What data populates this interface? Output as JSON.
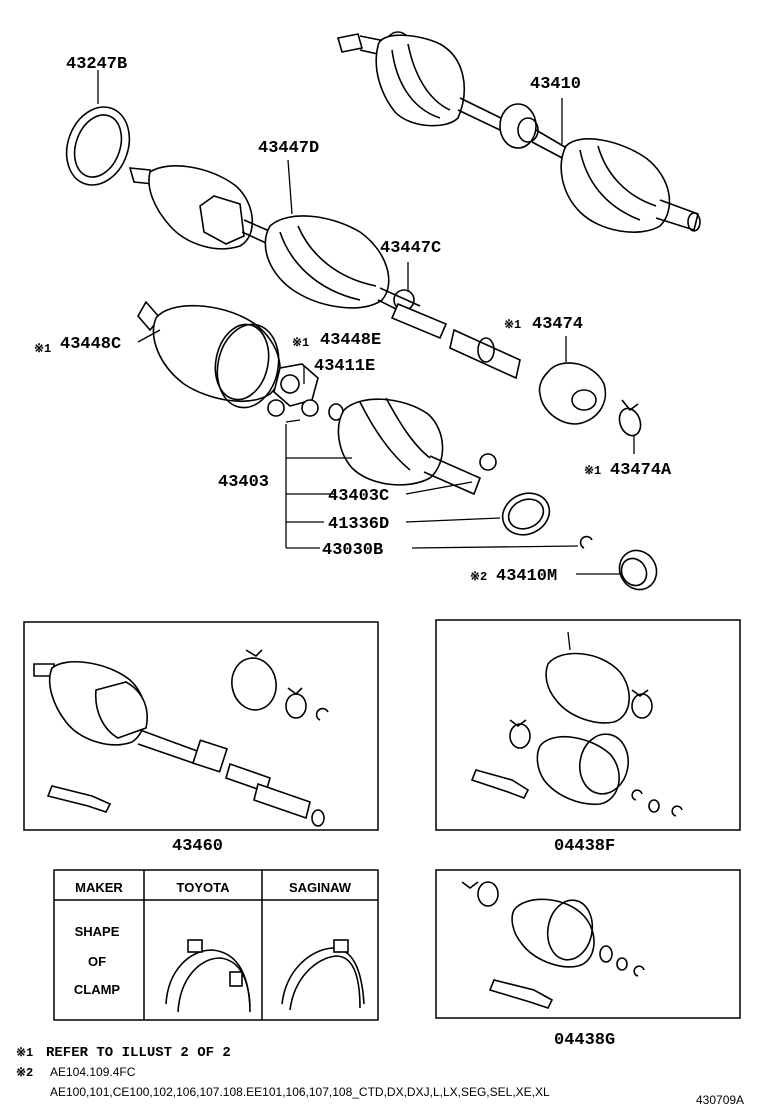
{
  "labels": {
    "p43247B": "43247B",
    "p43410": "43410",
    "p43447D": "43447D",
    "p43447C": "43447C",
    "p43448C": "43448C",
    "p43448E": "43448E",
    "p43474": "43474",
    "p43411E": "43411E",
    "p43403": "43403",
    "p43403C": "43403C",
    "p41336D": "41336D",
    "p43030B": "43030B",
    "p43474A": "43474A",
    "p43410M": "43410M",
    "mark1": "※1",
    "mark2": "※2"
  },
  "kits": {
    "k43460": "43460",
    "k04438F": "04438F",
    "k04438G": "04438G"
  },
  "clamp_table": {
    "header_maker": "MAKER",
    "header_toyota": "TOYOTA",
    "header_saginaw": "SAGINAW",
    "row_label_1": "SHAPE",
    "row_label_2": "OF",
    "row_label_3": "CLAMP"
  },
  "notes": {
    "note1_mark": "※1",
    "note1_text": "REFER TO ILLUST 2 OF 2",
    "note2_mark": "※2",
    "note2_text": "AE104.109.4FC",
    "note3_text": "AE100,101,CE100,102,106,107.108.EE101,106,107,108_CTD,DX,DXJ,L,LX,SEG,SEL,XE,XL"
  },
  "figure_id": "430709A"
}
